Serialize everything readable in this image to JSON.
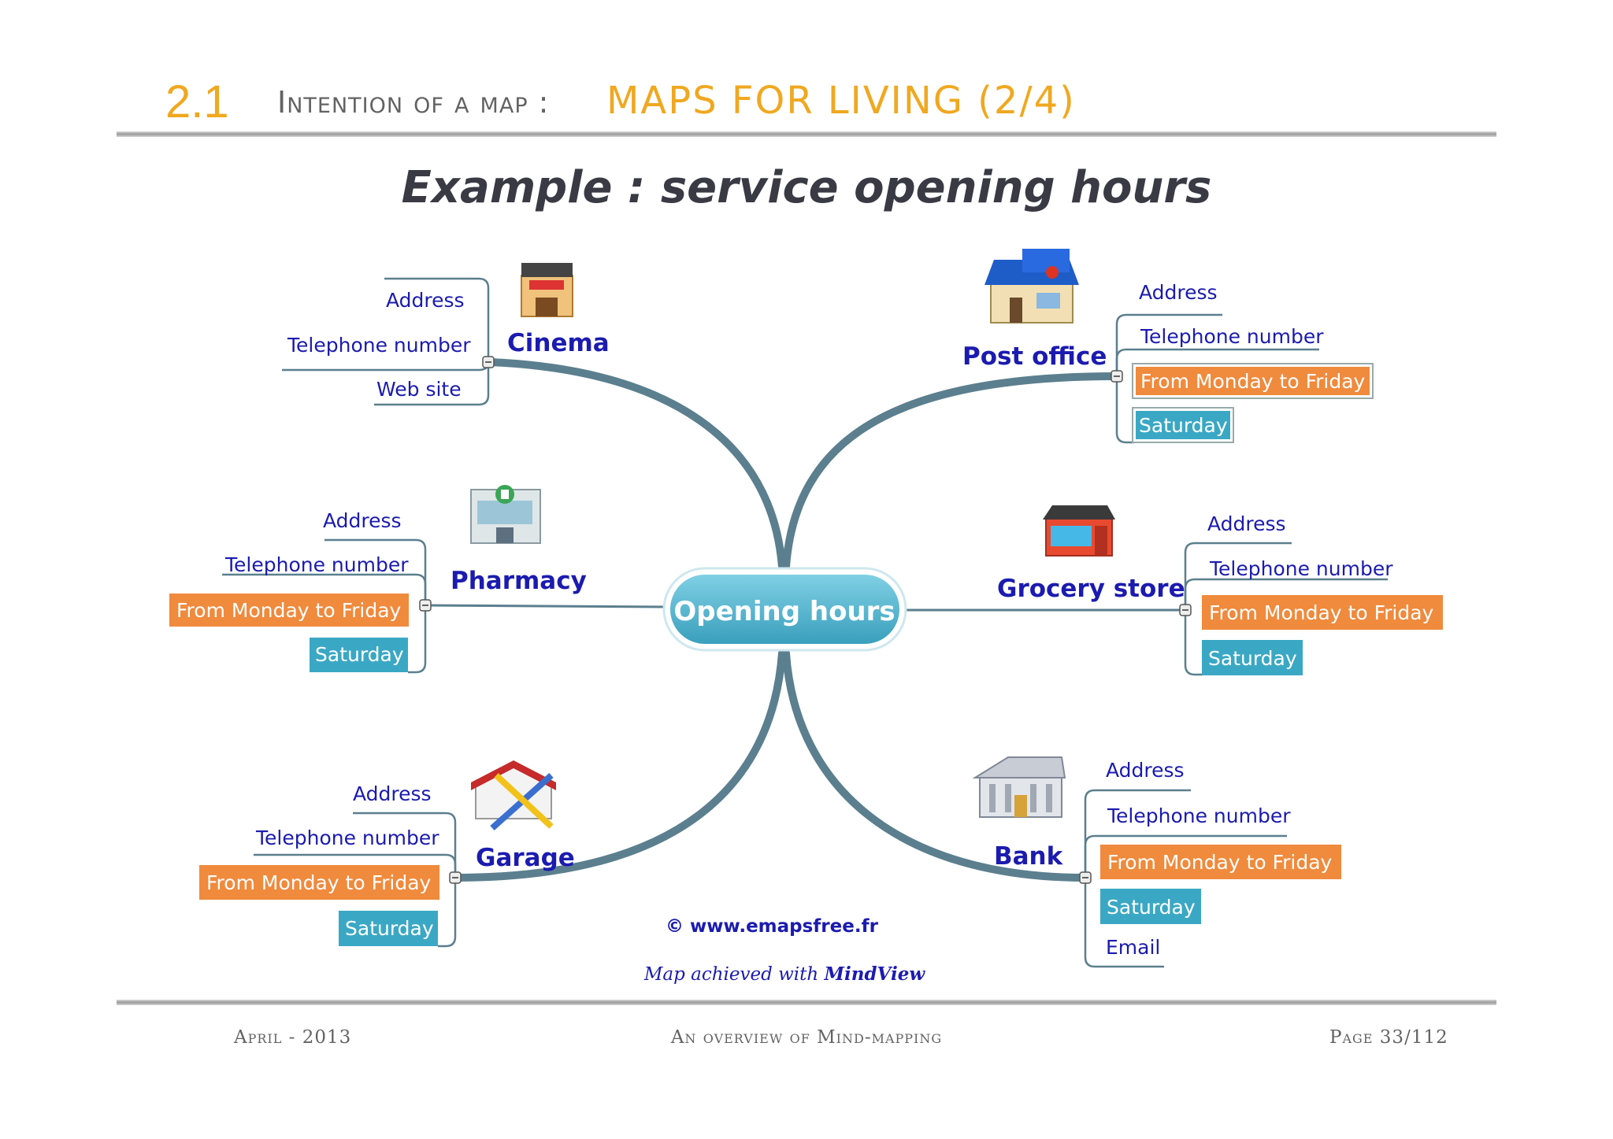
{
  "header": {
    "section_number": "2.1",
    "section_title": "Intention of a map :",
    "section_subtitle": "MAPS FOR LIVING (2/4)"
  },
  "subtitle": "Example : service opening hours",
  "center_topic": "Opening hours",
  "branches": {
    "cinema": {
      "title": "Cinema",
      "children": [
        "Address",
        "Telephone number",
        "Web site"
      ]
    },
    "pharmacy": {
      "title": "Pharmacy",
      "children": [
        "Address",
        "Telephone number",
        "From Monday to Friday",
        "Saturday"
      ]
    },
    "garage": {
      "title": "Garage",
      "children": [
        "Address",
        "Telephone number",
        "From Monday to Friday",
        "Saturday"
      ]
    },
    "post_office": {
      "title": "Post office",
      "children": [
        "Address",
        "Telephone number",
        "From Monday to Friday",
        "Saturday"
      ]
    },
    "grocery": {
      "title": "Grocery store",
      "children": [
        "Address",
        "Telephone number",
        "From Monday to Friday",
        "Saturday"
      ]
    },
    "bank": {
      "title": "Bank",
      "children": [
        "Address",
        "Telephone number",
        "From Monday to Friday",
        "Saturday",
        "Email"
      ]
    }
  },
  "credits": {
    "copyright": "© www.emapsfree.fr",
    "made_with": "Map achieved with",
    "tool": "MindView"
  },
  "footer": {
    "date": "April - 2013",
    "doc_title": "An overview of Mind-mapping",
    "page": "Page 33/112"
  },
  "colors": {
    "accent": "#f0a820",
    "branch_line": "#5b7f8e",
    "node_blue": "#1b1bb0",
    "orange_box": "#f08a3c",
    "teal_box": "#3aa8c4",
    "center_fill": "#4db4cf"
  }
}
